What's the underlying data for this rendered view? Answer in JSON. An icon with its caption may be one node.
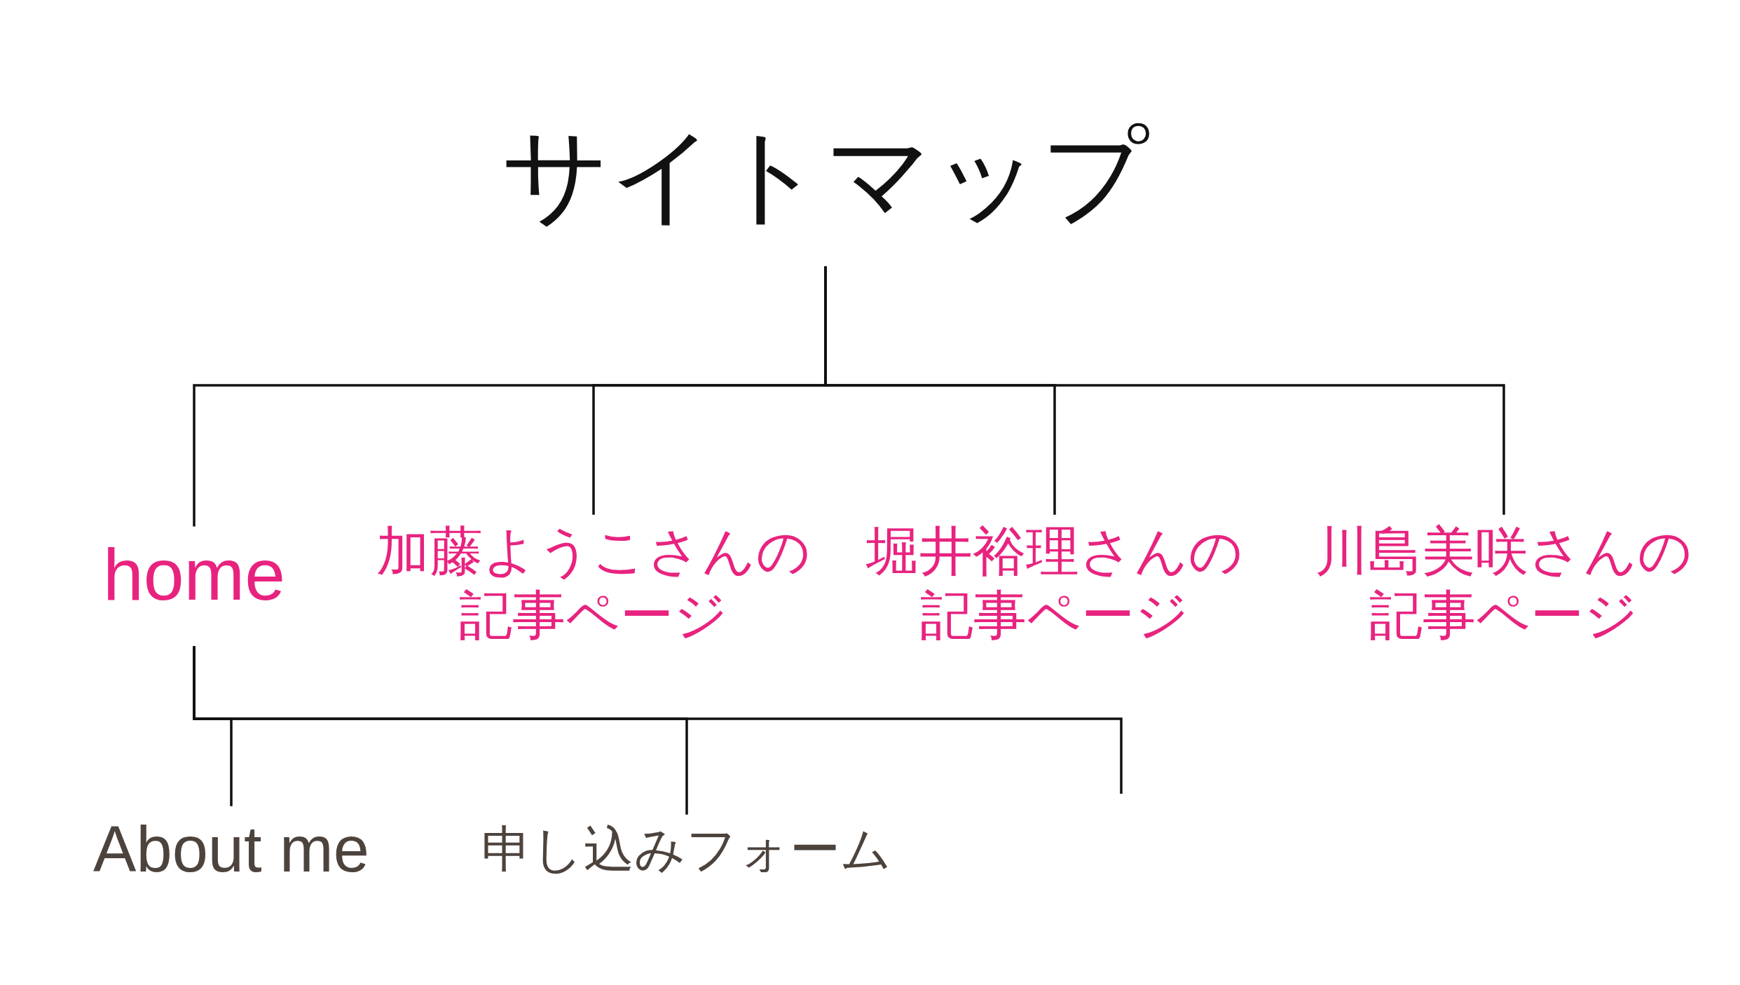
{
  "diagram": {
    "nodes": [
      {
        "text": [
          "サイトマップ"
        ]
      },
      {
        "text": [
          "home"
        ]
      },
      {
        "text": [
          "加藤ようこさんの記事ページ"
        ]
      },
      {
        "text": [
          "堀井裕理さんの記事ページ"
        ]
      },
      {
        "text": [
          "川島美咲さんの記事ページ"
        ]
      },
      {
        "text": [
          "About me"
        ]
      },
      {
        "text": [
          "申し込みフォーム"
        ]
      }
    ],
    "edges": [
      {
        "from": 0,
        "to": 1,
        "arrow": "none"
      },
      {
        "from": 0,
        "to": 2,
        "arrow": "none"
      },
      {
        "from": 0,
        "to": 3,
        "arrow": "none"
      },
      {
        "from": 0,
        "to": 4,
        "arrow": "none"
      },
      {
        "from": 1,
        "to": 5,
        "arrow": "none"
      },
      {
        "from": 1,
        "to": 6,
        "arrow": "none"
      },
      {
        "from": 1,
        "to": null,
        "arrow": "none"
      }
    ]
  }
}
